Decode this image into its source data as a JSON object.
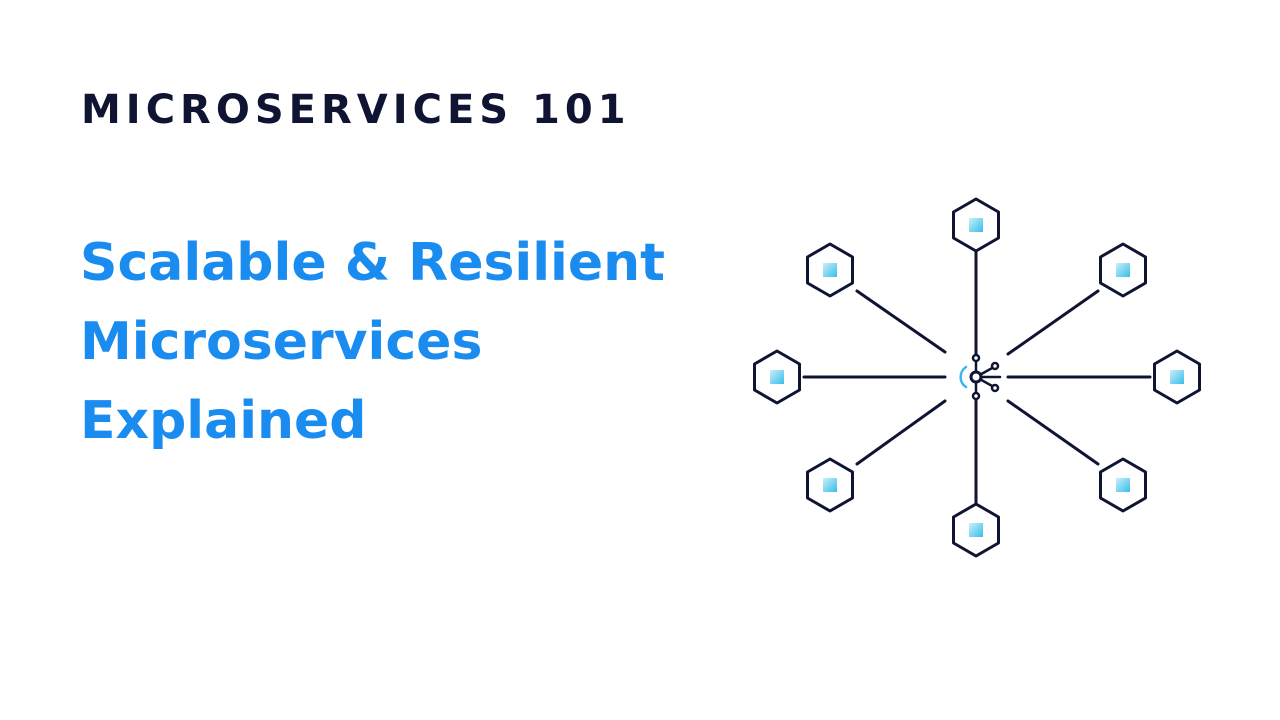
{
  "header": {
    "series": "MICROSERVICES 101"
  },
  "title": {
    "lines": [
      "Scalable & Resilient",
      "Microservices",
      "Explained"
    ]
  },
  "diagram": {
    "service_count": 8,
    "colors": {
      "outline": "#0f1433",
      "accent": "#1a8cf0",
      "core_gradient_light": "#c9f0fb",
      "core_gradient_dark": "#38bde8",
      "hub_ring": "#3db4ea"
    },
    "hub_icon": "network-hub-icon",
    "node_icon": "service-hexagon-icon"
  }
}
